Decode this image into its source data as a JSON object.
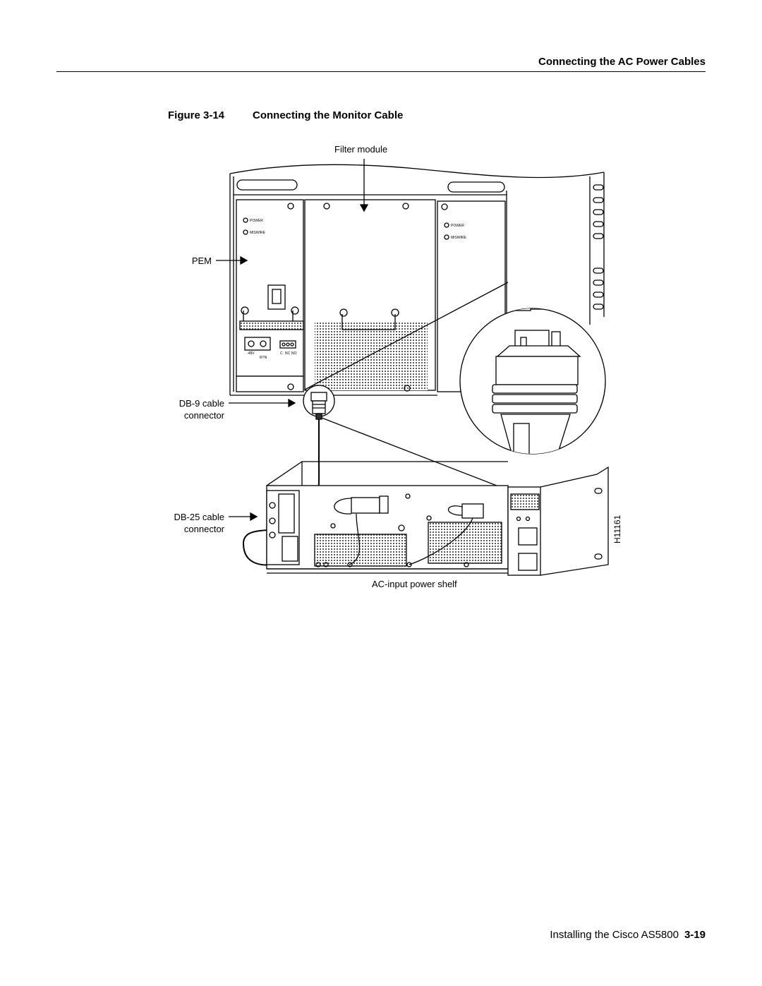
{
  "header": {
    "section_title": "Connecting the AC Power Cables"
  },
  "figure": {
    "number": "Figure 3-14",
    "title": "Connecting the Monitor Cable",
    "labels": {
      "filter_module": "Filter module",
      "pem": "PEM",
      "db9_line1": "DB-9 cable",
      "db9_line2": "connector",
      "db25_line1": "DB-25 cable",
      "db25_line2": "connector",
      "power_shelf": "AC-input power shelf",
      "led_power": "POWER",
      "led_miswire": "MISWIRE",
      "terminal_left": "-48V",
      "terminal_rtn": "RTN",
      "terminal_c": "C",
      "terminal_nc": "NC",
      "terminal_no": "NO"
    },
    "figure_id": "H11161"
  },
  "footer": {
    "text": "Installing the Cisco AS5800",
    "page": "3-19"
  }
}
